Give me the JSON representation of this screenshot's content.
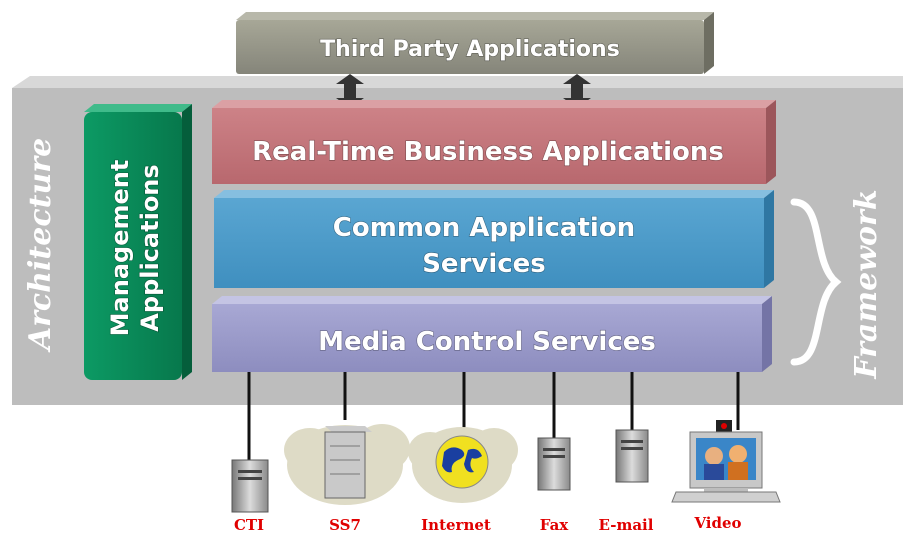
{
  "blocks": {
    "third_party": "Third Party Applications",
    "real_time": "Real-Time Business Applications",
    "common_line1": "Common Application",
    "common_line2": "Services",
    "media_control": "Media Control  Services",
    "management_line1": "Management",
    "management_line2": "Applications"
  },
  "side_labels": {
    "architecture": "Architecture",
    "framework": "Framework"
  },
  "devices": [
    "CTI",
    "SS7",
    "Internet",
    "Fax",
    "E-mail",
    "Video"
  ],
  "colors": {
    "platform": "#bdbdbd",
    "third_party": "#8f8f80",
    "real_time": "#c07378",
    "common": "#4a9ac8",
    "media": "#9a9ac8",
    "management": "#0a8a5a",
    "device_label": "#e00000"
  }
}
